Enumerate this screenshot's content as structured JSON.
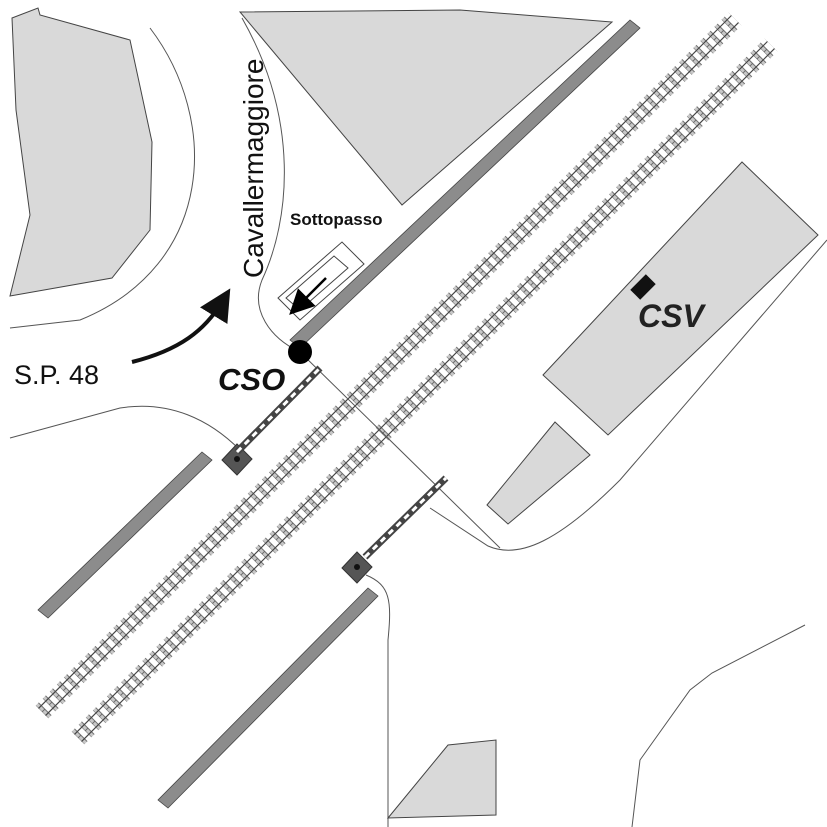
{
  "map": {
    "labels": {
      "sottopasso": "Sottopasso",
      "road_name": "Cavallermaggiore",
      "provincial_road": "S.P. 48",
      "cso": "CSO",
      "csv": "CSV"
    },
    "colors": {
      "block_fill": "#d9d9d9",
      "outline": "#555555",
      "rail_strip": "#8c8c8c",
      "sleeper": "#c8c8c8",
      "barrier_post": "#555555",
      "marker": "#000000"
    },
    "features": [
      "buildings",
      "road-outlines",
      "double-track-railway",
      "platforms",
      "level-crossing-barriers",
      "underpass",
      "station-marker-cso",
      "station-marker-csv",
      "direction-arrow"
    ]
  }
}
